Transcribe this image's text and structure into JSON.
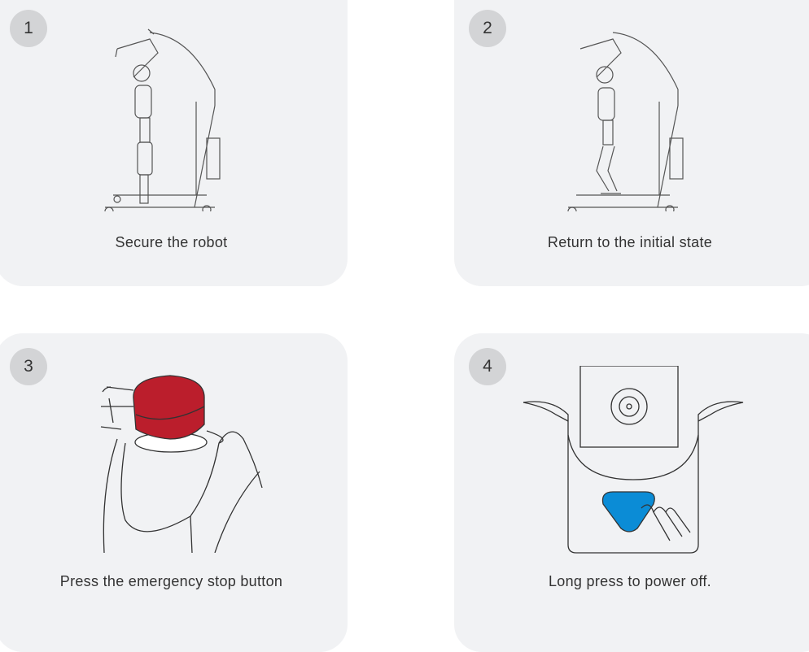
{
  "steps": [
    {
      "number": "1",
      "label": "Secure the robot",
      "icon": "robot-on-lift-icon"
    },
    {
      "number": "2",
      "label": "Return to the initial state",
      "icon": "robot-crouched-on-lift-icon"
    },
    {
      "number": "3",
      "label": "Press the emergency stop button",
      "icon": "emergency-stop-icon",
      "accent": "#bb1e2c"
    },
    {
      "number": "4",
      "label": "Long press to power off.",
      "icon": "power-button-icon",
      "accent": "#0b8cd6"
    }
  ]
}
